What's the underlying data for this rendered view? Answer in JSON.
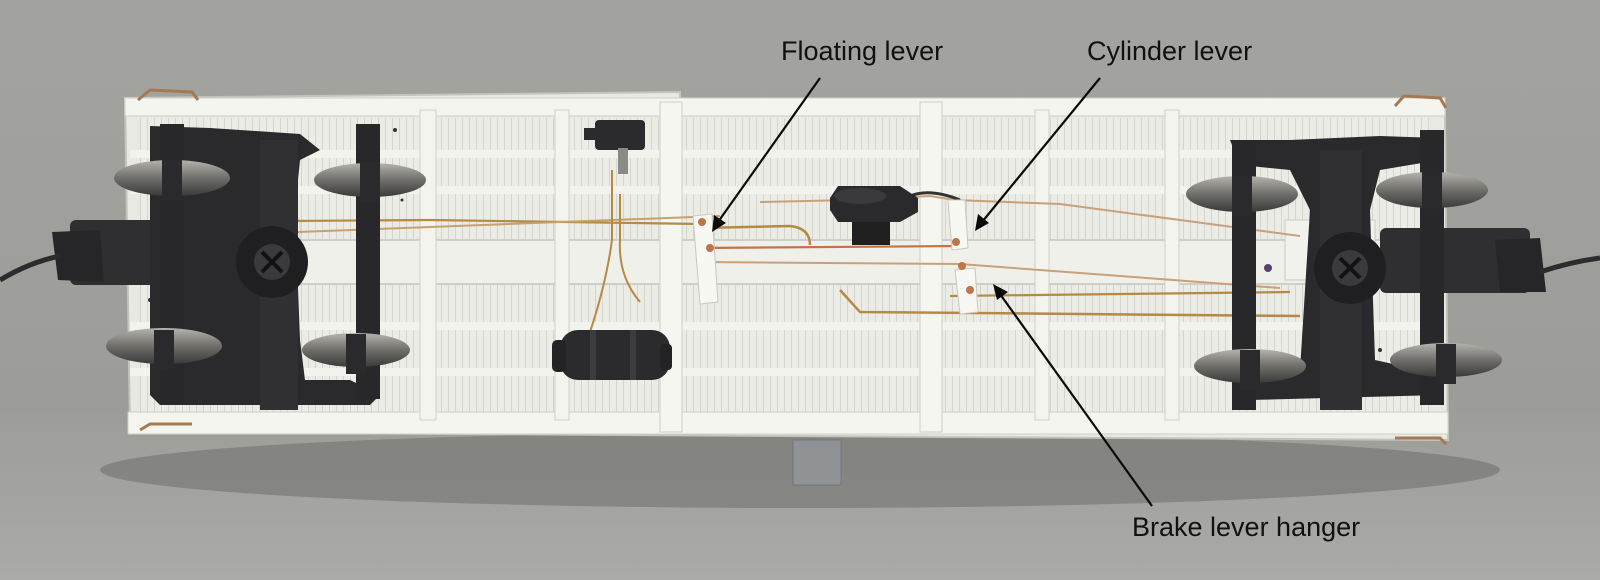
{
  "photo": {
    "subject": "model-freight-car-underframe",
    "colors": {
      "background": "#9e9e9a",
      "floor": "#a8a8a4",
      "frame": "#ecece6",
      "frame_shadow": "#c8c8c2",
      "trucks": "#2b2b2d",
      "wheel_metal": "#8d8c88",
      "wire_gold": "#b58a45",
      "wire_copper": "#c0744a",
      "label_text": "#111111"
    }
  },
  "annotations": {
    "floating_lever": "Floating lever",
    "cylinder_lever": "Cylinder lever",
    "brake_lever_hanger": "Brake lever hanger"
  }
}
